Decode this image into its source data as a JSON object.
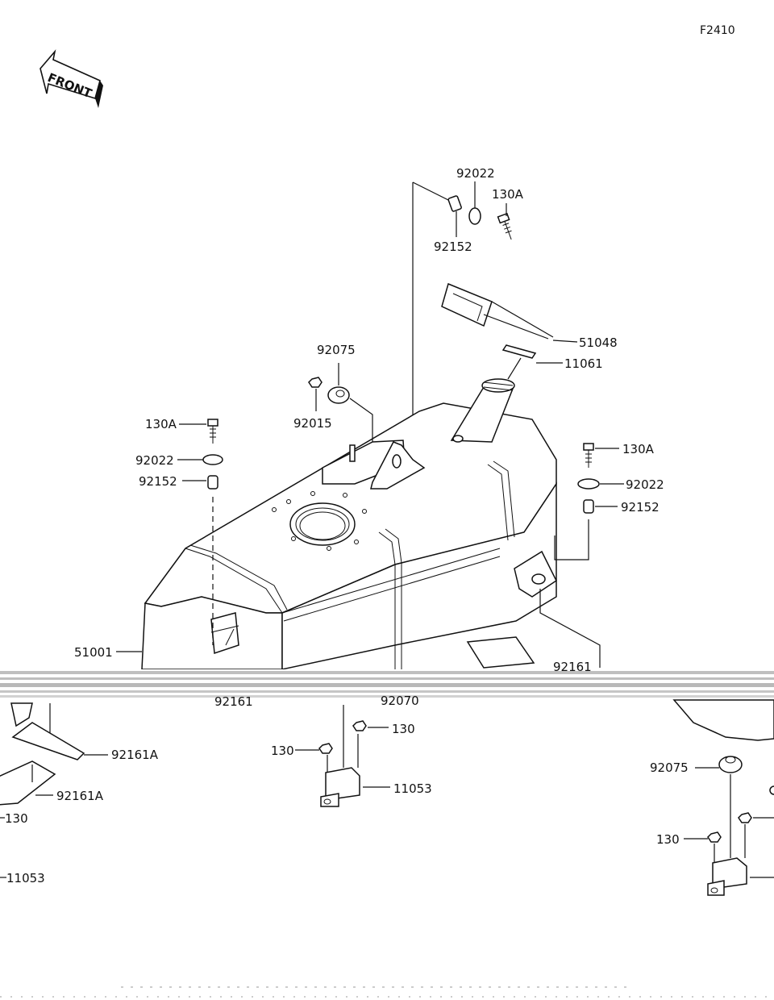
{
  "figure_code": "F2410",
  "front_label": "FRONT",
  "labels": {
    "92022_a": "92022",
    "130A_a": "130A",
    "92152_a": "92152",
    "51048": "51048",
    "11061": "11061",
    "92075_a": "92075",
    "92015": "92015",
    "130A_b": "130A",
    "92022_b": "92022",
    "92152_b": "92152",
    "130A_c": "130A",
    "92022_c": "92022",
    "92152_c": "92152",
    "51001": "51001",
    "92161": "92161",
    "92161_b": "92161",
    "92070": "92070",
    "130_a": "130",
    "130_b": "130",
    "11053_a": "11053",
    "92161A_a": "92161A",
    "92161A_b": "92161A",
    "130_c": "130",
    "11053_b": "11053",
    "92075_b": "92075",
    "130_d": "130"
  },
  "colors": {
    "line": "#111111",
    "background": "#ffffff",
    "noise": "#8a8a8a"
  }
}
